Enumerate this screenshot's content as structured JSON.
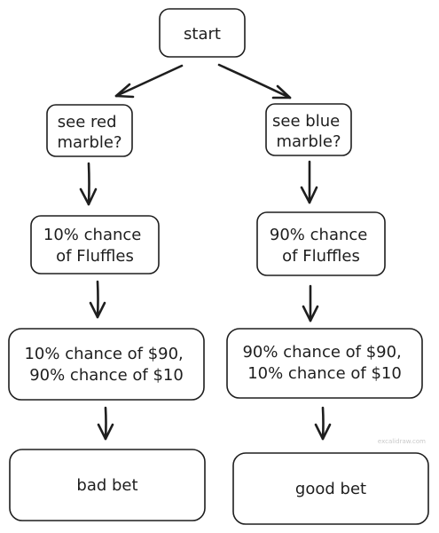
{
  "nodes": {
    "start": {
      "lines": [
        "start"
      ]
    },
    "see_red": {
      "lines": [
        "see red",
        "marble?"
      ]
    },
    "see_blue": {
      "lines": [
        "see blue",
        "marble?"
      ]
    },
    "red_chance": {
      "lines": [
        "10% chance",
        "of Fluffles"
      ]
    },
    "blue_chance": {
      "lines": [
        "90% chance",
        "of Fluffles"
      ]
    },
    "red_odds": {
      "lines": [
        "10% chance of $90,",
        "90% chance of $10"
      ]
    },
    "blue_odds": {
      "lines": [
        "90% chance of $90,",
        "10% chance of $10"
      ]
    },
    "bad_bet": {
      "lines": [
        "bad bet"
      ]
    },
    "good_bet": {
      "lines": [
        "good bet"
      ]
    }
  },
  "edges": [
    {
      "from": "start",
      "to": "see_red"
    },
    {
      "from": "start",
      "to": "see_blue"
    },
    {
      "from": "see_red",
      "to": "red_chance"
    },
    {
      "from": "see_blue",
      "to": "blue_chance"
    },
    {
      "from": "red_chance",
      "to": "red_odds"
    },
    {
      "from": "blue_chance",
      "to": "blue_odds"
    },
    {
      "from": "red_odds",
      "to": "bad_bet"
    },
    {
      "from": "blue_odds",
      "to": "good_bet"
    }
  ],
  "watermark": "excalidraw.com",
  "colors": {
    "stroke": "#1e1e1e",
    "background": "#ffffff"
  }
}
